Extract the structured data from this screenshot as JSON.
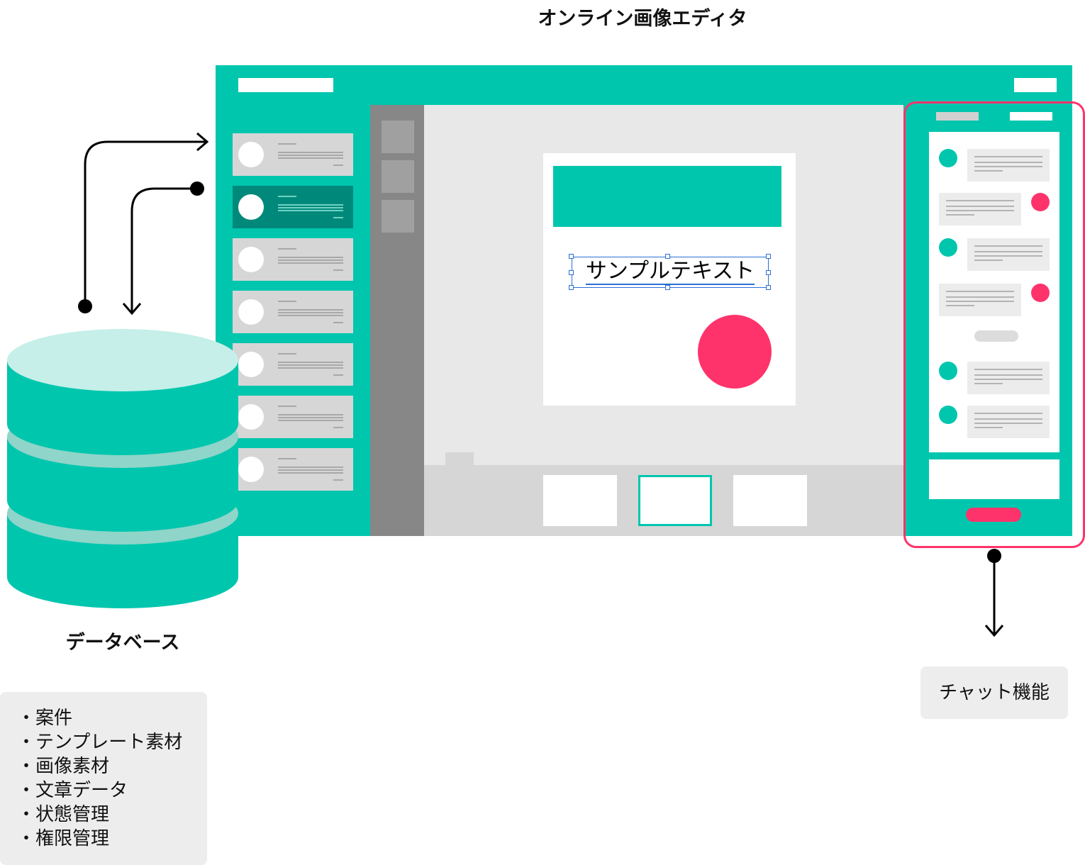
{
  "title": "オンライン画像エディタ",
  "canvas": {
    "sample_text": "サンプルテキスト"
  },
  "database": {
    "label": "データベース",
    "items": [
      "案件",
      "テンプレート素材",
      "画像素材",
      "文章データ",
      "状態管理",
      "権限管理"
    ]
  },
  "chat": {
    "label": "チャット機能"
  },
  "colors": {
    "accent": "#00c6ae",
    "highlight": "#ff336b",
    "selection": "#2b6fd6"
  }
}
